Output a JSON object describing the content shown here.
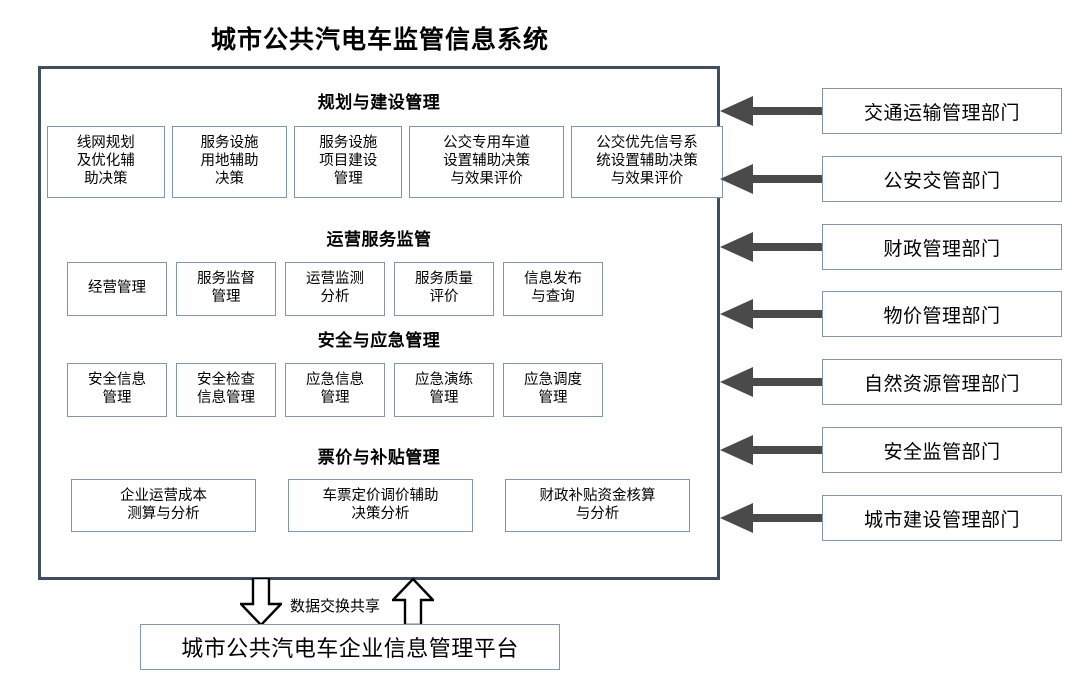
{
  "title": "城市公共汽电车监管信息系统",
  "system": {
    "sections": [
      {
        "title": "规划与建设管理",
        "modules": [
          "线网规划\n及优化辅\n助决策",
          "服务设施\n用地辅助\n决策",
          "服务设施\n项目建设\n管理",
          "公交专用车道\n设置辅助决策\n与效果评价",
          "公交优先信号系\n统设置辅助决策\n与效果评价"
        ]
      },
      {
        "title": "运营服务监管",
        "modules": [
          "经营管理",
          "服务监督\n管理",
          "运营监测\n分析",
          "服务质量\n评价",
          "信息发布\n与查询"
        ]
      },
      {
        "title": "安全与应急管理",
        "modules": [
          "安全信息\n管理",
          "安全检查\n信息管理",
          "应急信息\n管理",
          "应急演练\n管理",
          "应急调度\n管理"
        ]
      },
      {
        "title": "票价与补贴管理",
        "modules": [
          "企业运营成本\n测算与分析",
          "车票定价调价辅助\n决策分析",
          "财政补贴资金核算\n与分析"
        ]
      }
    ]
  },
  "departments": [
    "交通运输管理部门",
    "公安交管部门",
    "财政管理部门",
    "物价管理部门",
    "自然资源管理部门",
    "安全监管部门",
    "城市建设管理部门"
  ],
  "exchange": {
    "label": "数据交换共享"
  },
  "platform": {
    "label": "城市公共汽电车企业信息管理平台"
  },
  "colors": {
    "container_border": "#3f4e63",
    "box_border": "#8096ae",
    "arrow": "#4a4a4a",
    "text": "#000000",
    "background": "#ffffff"
  }
}
